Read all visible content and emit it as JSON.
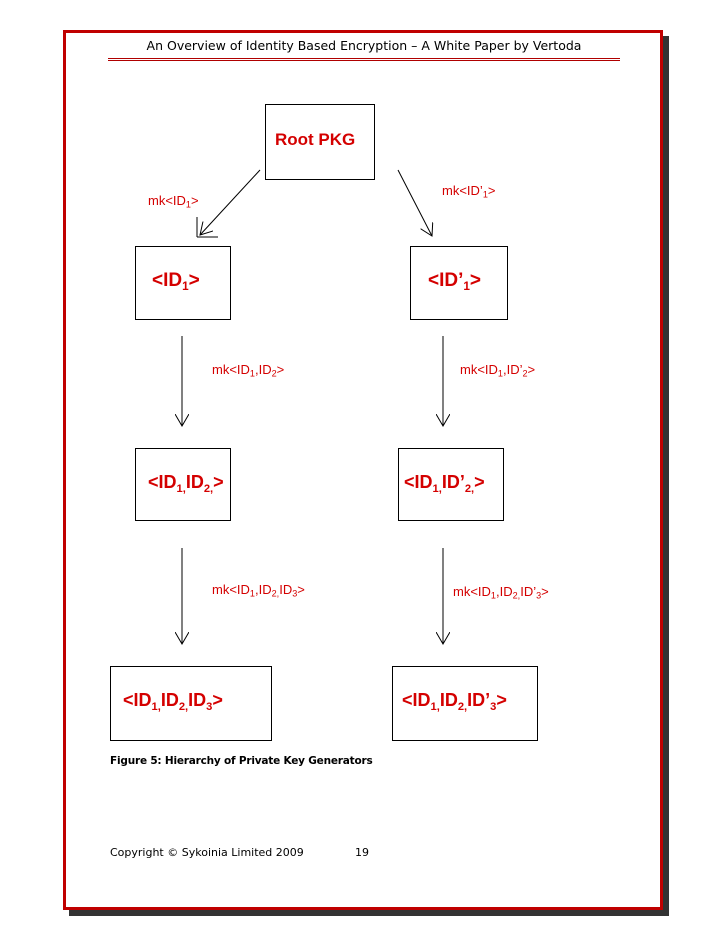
{
  "header": {
    "title": "An Overview of Identity Based Encryption – A White Paper by Vertoda"
  },
  "diagram": {
    "root": {
      "label": "Root PKG"
    },
    "left_edges": {
      "e1": {
        "pre": "mk<ID",
        "sub1": "1",
        "post": ">"
      },
      "e2": {
        "pre": "mk<ID",
        "sub1": "1",
        "mid": ",ID",
        "sub2": "2",
        "post": ">"
      },
      "e3": {
        "pre": "mk<ID",
        "sub1": "1",
        "mid": ",ID",
        "sub2": "2,",
        "mid2": "ID",
        "sub3": "3",
        "post": ">"
      }
    },
    "right_edges": {
      "e1": {
        "pre": "mk<ID’",
        "sub1": "1",
        "post": ">"
      },
      "e2": {
        "pre": "mk<ID",
        "sub1": "1",
        "mid": ",ID’",
        "sub2": "2",
        "post": ">"
      },
      "e3": {
        "pre": "mk<ID",
        "sub1": "1",
        "mid": ",ID",
        "sub2": "2,",
        "mid2": "ID’",
        "sub3": "3",
        "post": ">"
      }
    },
    "left_nodes": {
      "n1": {
        "pre": "<ID",
        "sub1": "1",
        "post": ">"
      },
      "n2": {
        "pre": "<ID",
        "sub1": "1,",
        "mid": "ID",
        "sub2": "2,",
        "post": ">"
      },
      "n3": {
        "pre": "<ID",
        "sub1": "1,",
        "mid": "ID",
        "sub2": "2,",
        "mid2": "ID",
        "sub3": "3",
        "post": ">"
      }
    },
    "right_nodes": {
      "n1": {
        "pre": "<ID’",
        "sub1": "1",
        "post": ">"
      },
      "n2": {
        "pre": "<ID",
        "sub1": "1,",
        "mid": "ID’",
        "sub2": "2,",
        "post": ">"
      },
      "n3": {
        "pre": "<ID",
        "sub1": "1,",
        "mid": "ID",
        "sub2": "2,",
        "mid2": "ID’",
        "sub3": "3",
        "post": ">"
      }
    }
  },
  "caption": "Figure 5: Hierarchy of Private Key Generators",
  "footer": {
    "copyright": "Copyright © Sykoinia Limited 2009",
    "page_number": "19"
  },
  "colors": {
    "accent": "#d40000",
    "frame": "#c00000",
    "shadow": "#333333"
  }
}
